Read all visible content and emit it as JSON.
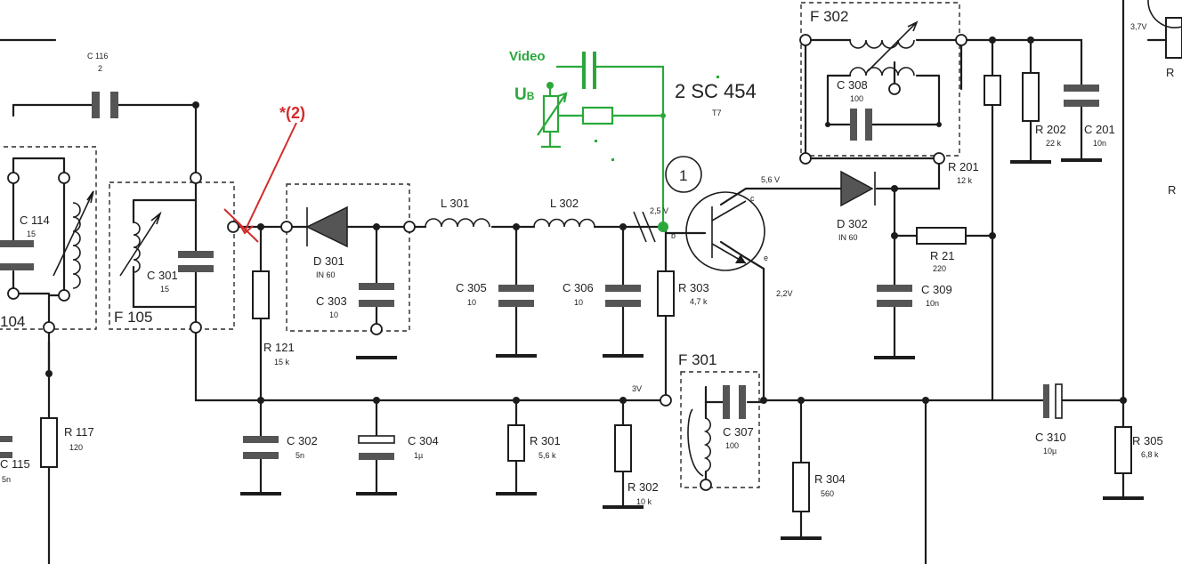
{
  "colors": {
    "ink": "#1c1c1c",
    "annotation_green": "#2aa83a",
    "annotation_red": "#d42b2b"
  },
  "transistor": {
    "type": "2 SC 454",
    "ref": "T7",
    "marker": "1"
  },
  "annotations": {
    "video": "Video",
    "ub_main": "U",
    "ub_sub": "B",
    "mark": "*(2)"
  },
  "voltages": {
    "collector": "5,6 V",
    "base": "2,5 V",
    "emitter": "2,2V",
    "bias_line": "3V",
    "top_right": "3,7V"
  },
  "pins": {
    "c": "c",
    "b": "b",
    "e": "e"
  },
  "components": {
    "c116": {
      "ref": "C 116",
      "value": "2"
    },
    "c114": {
      "ref": "C 114",
      "value": "15"
    },
    "f104": {
      "ref": "104"
    },
    "f105": {
      "ref": "F 105"
    },
    "c301": {
      "ref": "C 301",
      "value": "15"
    },
    "r121": {
      "ref": "R 121",
      "value": "15 k"
    },
    "d301": {
      "ref": "D 301",
      "value": "IN 60"
    },
    "c303": {
      "ref": "C 303",
      "value": "10"
    },
    "l301": {
      "ref": "L 301"
    },
    "l302": {
      "ref": "L 302"
    },
    "c305": {
      "ref": "C 305",
      "value": "10"
    },
    "c306": {
      "ref": "C 306",
      "value": "10"
    },
    "r303": {
      "ref": "R 303",
      "value": "4,7 k"
    },
    "f302": {
      "ref": "F 302"
    },
    "c308": {
      "ref": "C 308",
      "value": "100"
    },
    "d302": {
      "ref": "D 302",
      "value": "IN 60"
    },
    "r21": {
      "ref": "R 21",
      "value": "220"
    },
    "c309": {
      "ref": "C 309",
      "value": "10n"
    },
    "r201": {
      "ref": "R 201",
      "value": "12 k"
    },
    "r202": {
      "ref": "R 202",
      "value": "22 k"
    },
    "c201": {
      "ref": "C 201",
      "value": "10n"
    },
    "f301": {
      "ref": "F 301"
    },
    "c307": {
      "ref": "C 307",
      "value": "100"
    },
    "r304": {
      "ref": "R 304",
      "value": "560"
    },
    "c310": {
      "ref": "C 310",
      "value": "10µ"
    },
    "r305": {
      "ref": "R 305",
      "value": "6,8 k"
    },
    "r117": {
      "ref": "R 117",
      "value": "120"
    },
    "c115": {
      "ref": "C 115",
      "value": "5n"
    },
    "c302": {
      "ref": "C 302",
      "value": "5n"
    },
    "c304": {
      "ref": "C 304",
      "value": "1µ"
    },
    "r301": {
      "ref": "R 301",
      "value": "5,6 k"
    },
    "r302": {
      "ref": "R 302",
      "value": "10 k"
    },
    "r_edge_top": {
      "ref": "R"
    },
    "r_edge_mid": {
      "ref": "R"
    }
  }
}
